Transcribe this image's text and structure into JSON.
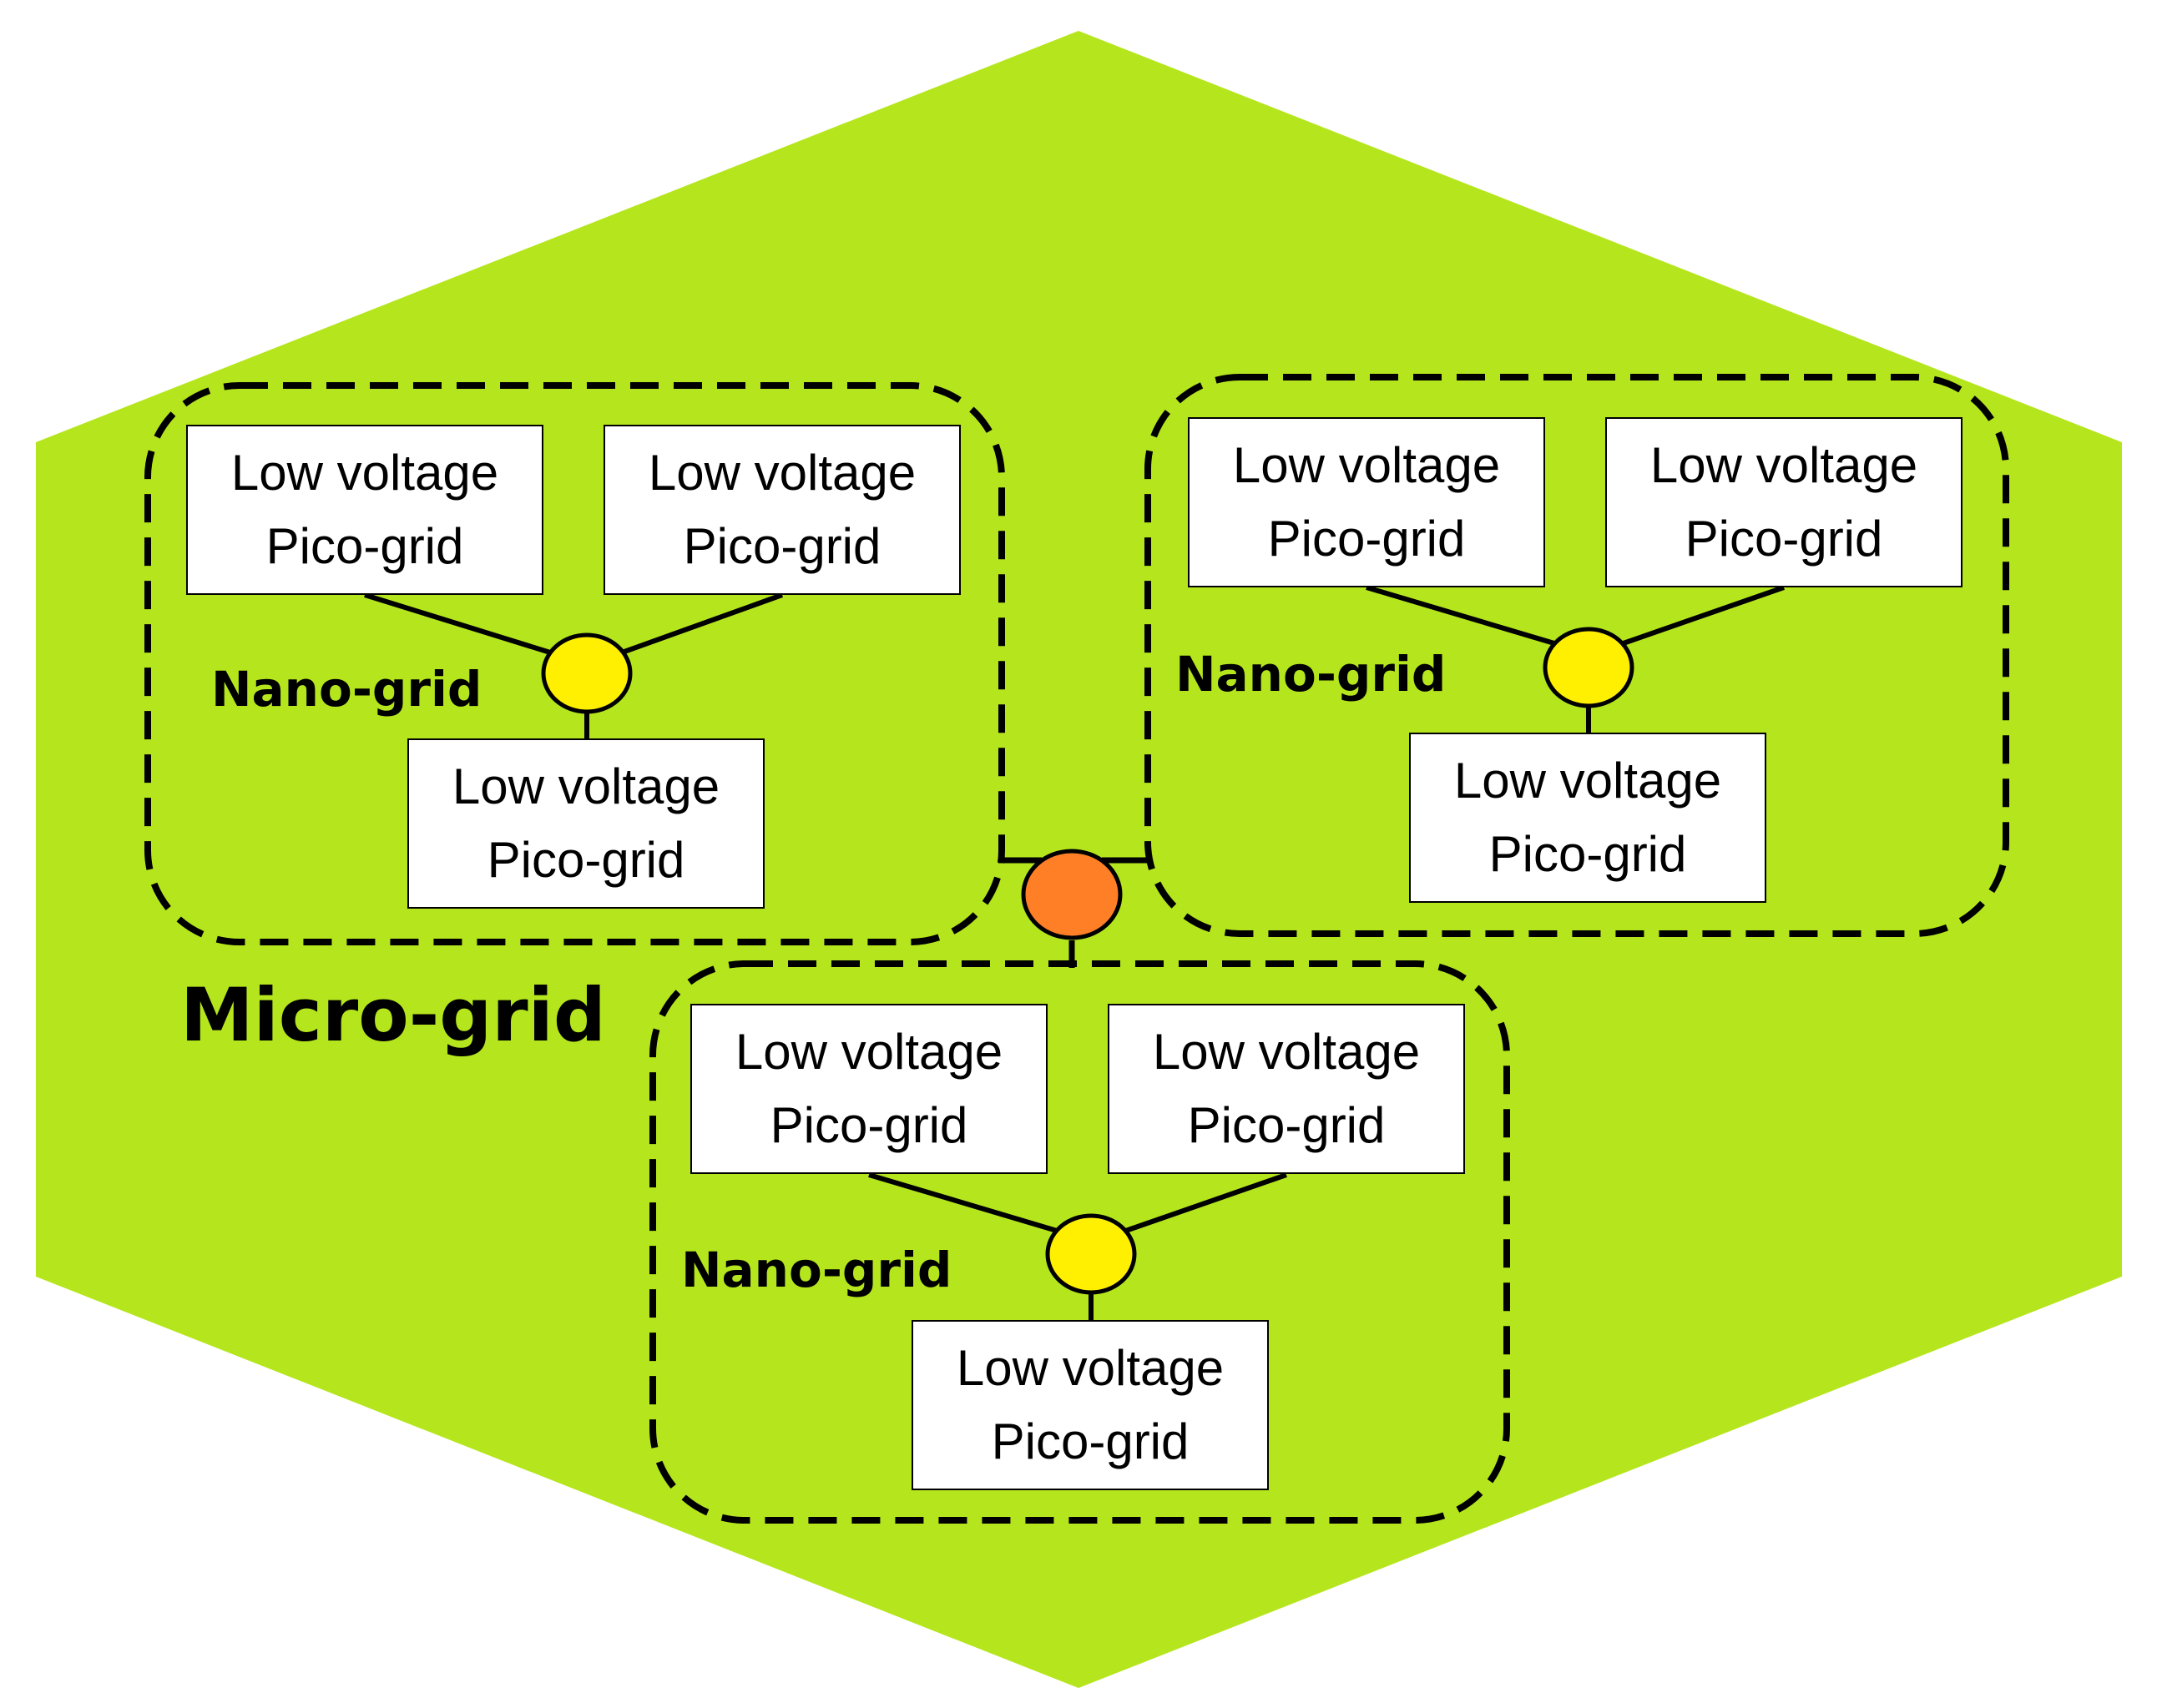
{
  "colors": {
    "microgrid_fill": "#b5e61d",
    "nanogrid_node": "#ffef00",
    "microgrid_node": "#ff7f27",
    "box_fill": "#ffffff",
    "line": "#000000"
  },
  "microgrid": {
    "label": "Micro-grid"
  },
  "nanogrids": [
    {
      "label": "Nano-grid",
      "picogrids": [
        {
          "line1": "Low voltage",
          "line2": "Pico-grid"
        },
        {
          "line1": "Low voltage",
          "line2": "Pico-grid"
        },
        {
          "line1": "Low voltage",
          "line2": "Pico-grid"
        }
      ]
    },
    {
      "label": "Nano-grid",
      "picogrids": [
        {
          "line1": "Low voltage",
          "line2": "Pico-grid"
        },
        {
          "line1": "Low voltage",
          "line2": "Pico-grid"
        },
        {
          "line1": "Low voltage",
          "line2": "Pico-grid"
        }
      ]
    },
    {
      "label": "Nano-grid",
      "picogrids": [
        {
          "line1": "Low voltage",
          "line2": "Pico-grid"
        },
        {
          "line1": "Low voltage",
          "line2": "Pico-grid"
        },
        {
          "line1": "Low voltage",
          "line2": "Pico-grid"
        }
      ]
    }
  ]
}
